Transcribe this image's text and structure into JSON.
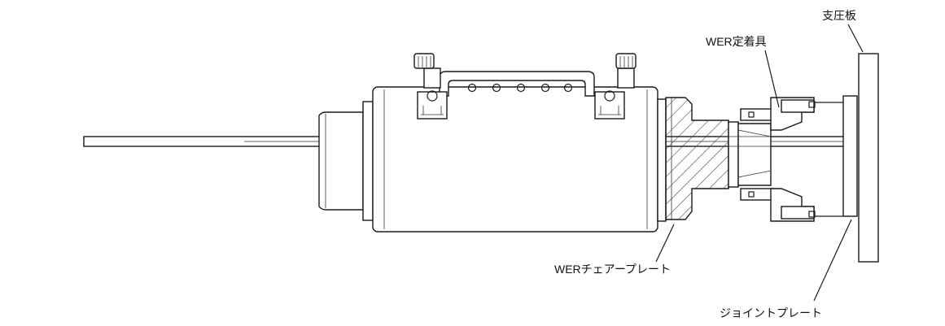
{
  "labels": {
    "shiatsuban": "支圧板",
    "wer_teichakugu": "WER定着具",
    "wer_chair_plate": "WERチェアープレート",
    "joint_plate": "ジョイントプレート"
  },
  "colors": {
    "line": "#1a1a1a",
    "background": "#ffffff",
    "hatch": "#333333"
  }
}
